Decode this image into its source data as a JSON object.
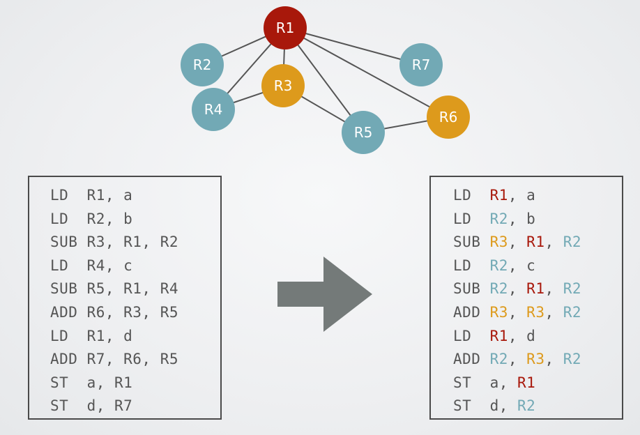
{
  "colors": {
    "red": "#a8180b",
    "orange": "#dd9a1c",
    "teal": "#72a9b5",
    "edge": "#555555",
    "text": "#555555"
  },
  "graph": {
    "nodes": [
      {
        "id": "R1",
        "label": "R1",
        "color": "red"
      },
      {
        "id": "R2",
        "label": "R2",
        "color": "teal"
      },
      {
        "id": "R3",
        "label": "R3",
        "color": "orange"
      },
      {
        "id": "R4",
        "label": "R4",
        "color": "teal"
      },
      {
        "id": "R5",
        "label": "R5",
        "color": "teal"
      },
      {
        "id": "R6",
        "label": "R6",
        "color": "orange"
      },
      {
        "id": "R7",
        "label": "R7",
        "color": "teal"
      }
    ],
    "edges": [
      [
        "R1",
        "R2"
      ],
      [
        "R1",
        "R3"
      ],
      [
        "R1",
        "R4"
      ],
      [
        "R1",
        "R5"
      ],
      [
        "R1",
        "R6"
      ],
      [
        "R1",
        "R7"
      ],
      [
        "R3",
        "R4"
      ],
      [
        "R3",
        "R5"
      ],
      [
        "R5",
        "R6"
      ]
    ]
  },
  "left_code": [
    "LD  R1, a",
    "LD  R2, b",
    "SUB R3, R1, R2",
    "LD  R4, c",
    "SUB R5, R1, R4",
    "ADD R6, R3, R5",
    "LD  R1, d",
    "ADD R7, R6, R5",
    "ST  a, R1",
    "ST  d, R7"
  ],
  "right_code": [
    [
      {
        "t": "LD  "
      },
      {
        "t": "R1",
        "c": "red"
      },
      {
        "t": ", a"
      }
    ],
    [
      {
        "t": "LD  "
      },
      {
        "t": "R2",
        "c": "teal"
      },
      {
        "t": ", b"
      }
    ],
    [
      {
        "t": "SUB "
      },
      {
        "t": "R3",
        "c": "orange"
      },
      {
        "t": ", "
      },
      {
        "t": "R1",
        "c": "red"
      },
      {
        "t": ", "
      },
      {
        "t": "R2",
        "c": "teal"
      }
    ],
    [
      {
        "t": "LD  "
      },
      {
        "t": "R2",
        "c": "teal"
      },
      {
        "t": ", c"
      }
    ],
    [
      {
        "t": "SUB "
      },
      {
        "t": "R2",
        "c": "teal"
      },
      {
        "t": ", "
      },
      {
        "t": "R1",
        "c": "red"
      },
      {
        "t": ", "
      },
      {
        "t": "R2",
        "c": "teal"
      }
    ],
    [
      {
        "t": "ADD "
      },
      {
        "t": "R3",
        "c": "orange"
      },
      {
        "t": ", "
      },
      {
        "t": "R3",
        "c": "orange"
      },
      {
        "t": ", "
      },
      {
        "t": "R2",
        "c": "teal"
      }
    ],
    [
      {
        "t": "LD  "
      },
      {
        "t": "R1",
        "c": "red"
      },
      {
        "t": ", d"
      }
    ],
    [
      {
        "t": "ADD "
      },
      {
        "t": "R2",
        "c": "teal"
      },
      {
        "t": ", "
      },
      {
        "t": "R3",
        "c": "orange"
      },
      {
        "t": ", "
      },
      {
        "t": "R2",
        "c": "teal"
      }
    ],
    [
      {
        "t": "ST  a, "
      },
      {
        "t": "R1",
        "c": "red"
      }
    ],
    [
      {
        "t": "ST  d, "
      },
      {
        "t": "R2",
        "c": "teal"
      }
    ]
  ]
}
